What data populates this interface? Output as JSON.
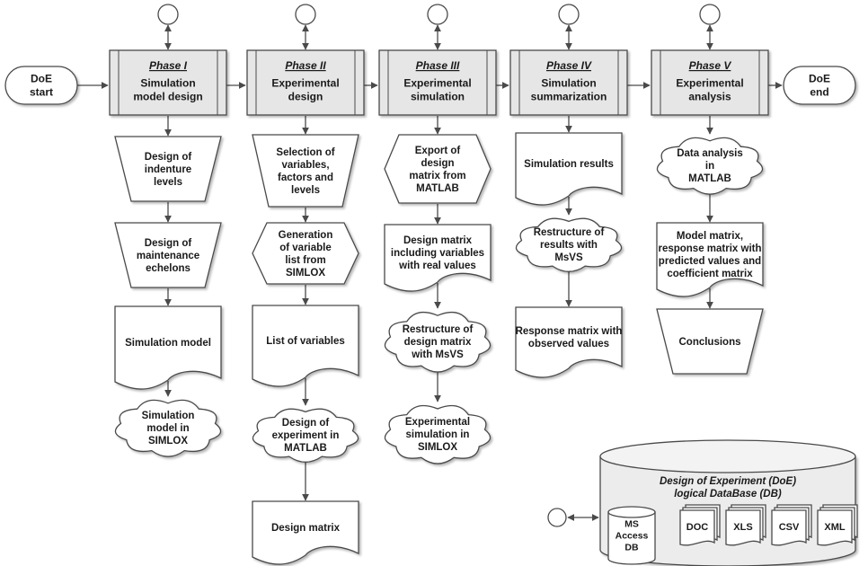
{
  "terminals": {
    "start": [
      "DoE",
      "start"
    ],
    "end": [
      "DoE",
      "end"
    ]
  },
  "phases": [
    {
      "title": "Phase I",
      "lines": [
        "Simulation",
        "model design"
      ]
    },
    {
      "title": "Phase II",
      "lines": [
        "Experimental",
        "design"
      ]
    },
    {
      "title": "Phase III",
      "lines": [
        "Experimental",
        "simulation"
      ]
    },
    {
      "title": "Phase IV",
      "lines": [
        "Simulation",
        "summarization"
      ]
    },
    {
      "title": "Phase V",
      "lines": [
        "Experimental",
        "analysis"
      ]
    }
  ],
  "columns": [
    [
      {
        "shape": "manual-op",
        "lines": [
          "Design of",
          "indenture",
          "levels"
        ]
      },
      {
        "shape": "manual-op",
        "lines": [
          "Design of",
          "maintenance",
          "echelons"
        ]
      },
      {
        "shape": "document",
        "lines": [
          "Simulation model"
        ]
      },
      {
        "shape": "cloud",
        "lines": [
          "Simulation",
          "model in",
          "SIMLOX"
        ]
      }
    ],
    [
      {
        "shape": "manual-op",
        "lines": [
          "Selection of",
          "variables,",
          "factors and",
          "levels"
        ]
      },
      {
        "shape": "hexagon",
        "lines": [
          "Generation",
          "of  variable",
          "list from",
          "SIMLOX"
        ]
      },
      {
        "shape": "document",
        "lines": [
          "List of variables"
        ]
      },
      {
        "shape": "cloud",
        "lines": [
          "Design of",
          "experiment in",
          "MATLAB"
        ]
      },
      {
        "shape": "document",
        "lines": [
          "Design matrix"
        ]
      }
    ],
    [
      {
        "shape": "hexagon",
        "lines": [
          "Export of",
          "design",
          "matrix from",
          "MATLAB"
        ]
      },
      {
        "shape": "document",
        "lines": [
          "Design matrix",
          "including variables",
          "with real values"
        ]
      },
      {
        "shape": "cloud",
        "lines": [
          "Restructure of",
          "design matrix",
          "with MsVS"
        ]
      },
      {
        "shape": "cloud",
        "lines": [
          "Experimental",
          "simulation in",
          "SIMLOX"
        ]
      }
    ],
    [
      {
        "shape": "document",
        "lines": [
          "Simulation results"
        ]
      },
      {
        "shape": "cloud",
        "lines": [
          "Restructure of",
          "results with",
          "MsVS"
        ]
      },
      {
        "shape": "document",
        "lines": [
          "Response matrix with",
          "observed values"
        ]
      }
    ],
    [
      {
        "shape": "cloud",
        "lines": [
          "Data analysis",
          "in",
          "MATLAB"
        ]
      },
      {
        "shape": "document",
        "lines": [
          "Model matrix,",
          "response matrix with",
          "predicted values and",
          "coefficient matrix"
        ]
      },
      {
        "shape": "manual-op",
        "lines": [
          "Conclusions"
        ]
      }
    ]
  ],
  "database": {
    "title": [
      "Design of Experiment (DoE)",
      "logical DataBase (DB)"
    ],
    "access": [
      "MS",
      "Access",
      "DB"
    ],
    "files": [
      "DOC",
      "XLS",
      "CSV",
      "XML"
    ]
  },
  "colors": {
    "phase_fill": "#e6e6e6",
    "shape_fill": "#ffffff",
    "stroke": "#4a4a4a",
    "text": "#1a1a1a"
  }
}
